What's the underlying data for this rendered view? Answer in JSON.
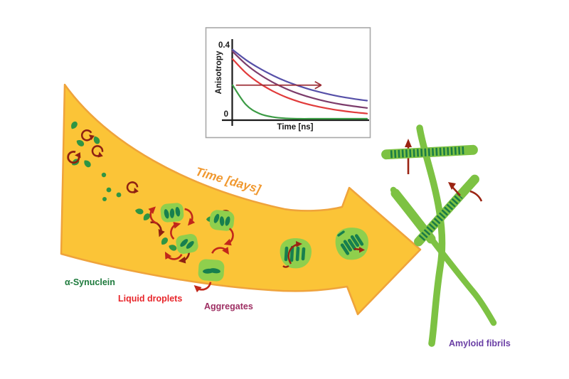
{
  "figure": {
    "time_arrow": {
      "label": "Time [days]"
    },
    "stage_labels": {
      "synuclein": "α-Synuclein",
      "liquid_droplets": "Liquid droplets",
      "aggregates": "Aggregates",
      "amyloid_fibrils": "Amyloid fibrils"
    },
    "colors": {
      "arrow_fill": "#FBC437",
      "arrow_stroke": "#EFA33B",
      "time_label": "#F0982F",
      "synuclein_label": "#1D7A3C",
      "liquid_droplets_label": "#E8262B",
      "aggregates_label": "#9E2F63",
      "amyloid_fibrils_label": "#6A3FA5",
      "monomer_green": "#2F9544",
      "condensate_green": "#8FCF4D",
      "fibril_green": "#7DC243",
      "beta_sheet_green": "#1B7C46",
      "rotation_arrow_red": "#8E2112",
      "droplet_arrow_red": "#C1271B"
    }
  },
  "chart_data": {
    "type": "line",
    "title": "",
    "xlabel": "Time [ns]",
    "ylabel": "Anisotropy",
    "ylim": [
      0,
      0.4
    ],
    "ytick_labels": [
      "0.4",
      "0"
    ],
    "xtick_labels": [],
    "grid": false,
    "legend": null,
    "x": [
      0,
      1,
      2,
      3,
      4,
      5,
      6,
      7,
      8,
      9,
      10
    ],
    "series": [
      {
        "name": "green",
        "color": "#3C9B45",
        "values": [
          0.18,
          0.075,
          0.028,
          0.009,
          0.002,
          0,
          0,
          0,
          0,
          0,
          0
        ]
      },
      {
        "name": "red",
        "color": "#E13B3B",
        "values": [
          0.32,
          0.245,
          0.19,
          0.148,
          0.115,
          0.09,
          0.071,
          0.056,
          0.044,
          0.035,
          0.028
        ]
      },
      {
        "name": "purple",
        "color": "#7C3C6B",
        "values": [
          0.36,
          0.292,
          0.238,
          0.195,
          0.16,
          0.132,
          0.11,
          0.092,
          0.078,
          0.067,
          0.058
        ]
      },
      {
        "name": "blue",
        "color": "#5650A8",
        "values": [
          0.37,
          0.315,
          0.27,
          0.232,
          0.2,
          0.174,
          0.152,
          0.134,
          0.119,
          0.107,
          0.097
        ]
      }
    ],
    "annotation": {
      "type": "arrow",
      "direction": "right",
      "color": "#9E3038",
      "y": 0.18,
      "x_from": 0.25,
      "x_to": 6.6
    }
  }
}
